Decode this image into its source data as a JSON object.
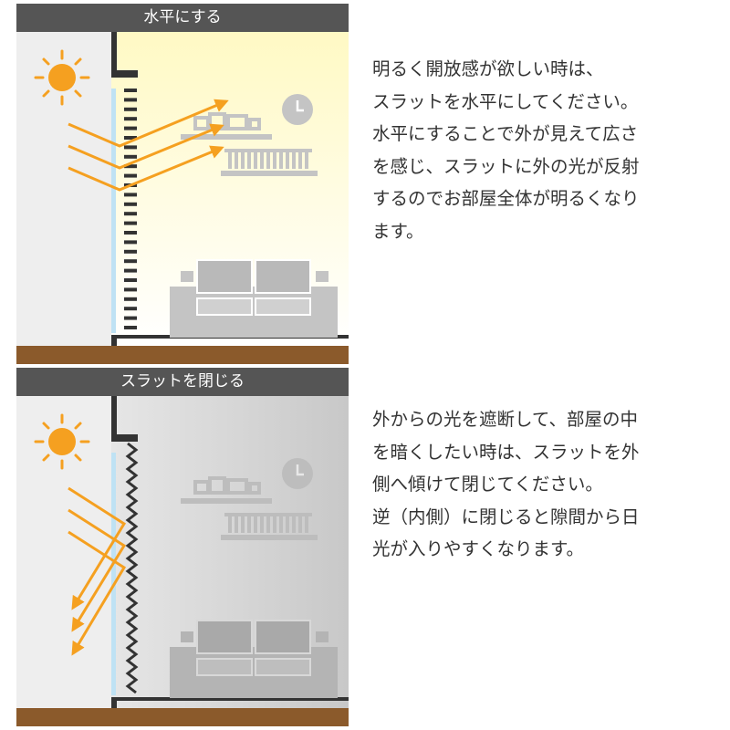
{
  "panels": [
    {
      "header": "水平にする",
      "description_lines": [
        "明るく開放感が欲しい時は、",
        "スラットを水平にしてください。",
        "水平にすることで外が見えて広さ",
        "を感じ、スラットに外の光が反射",
        "するのでお部屋全体が明るくなり",
        "ます。"
      ]
    },
    {
      "header": "スラットを閉じる",
      "description_lines": [
        "外からの光を遮断して、部屋の中",
        "を暗くしたい時は、スラットを外",
        "側へ傾けて閉じてください。",
        "逆（内側）に閉じると隙間から日",
        "光が入りやすくなります。"
      ]
    }
  ],
  "icons": [
    "sun-icon",
    "clock-icon",
    "sofa-icon",
    "shelf-icon",
    "light-arrow-icon",
    "blind-slats-icon"
  ],
  "colors": {
    "header_bg": "#555555",
    "sun": "#f5a020",
    "light_arrows": "#f5a020",
    "floor": "#8b5a2b",
    "room_bright": "#fff8c0",
    "room_dark": "#c9c9c9",
    "furniture": "#c4c4c4",
    "wall": "#333333",
    "glass": "#bfe2f4",
    "outside": "#eeeeee"
  }
}
